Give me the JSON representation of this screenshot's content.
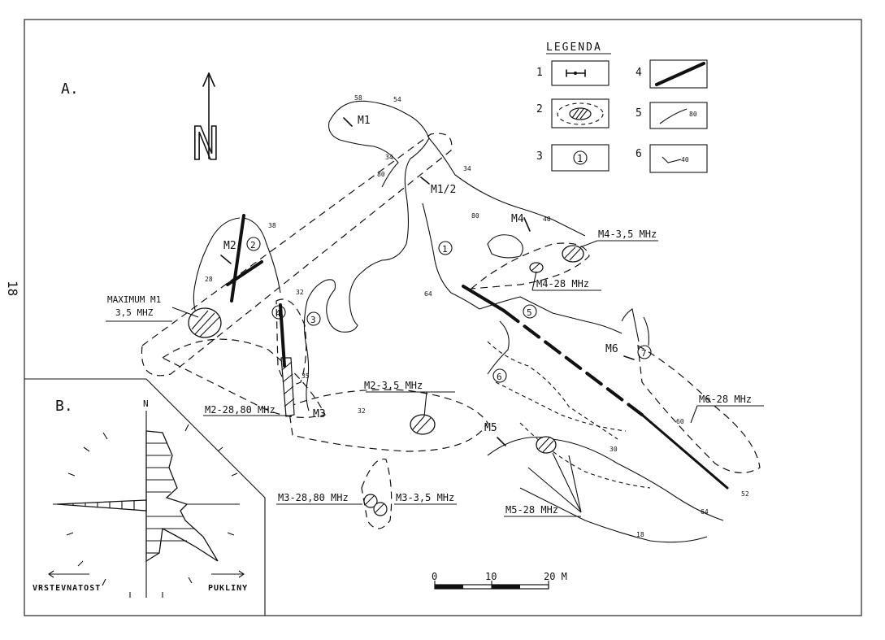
{
  "page_number": "18",
  "panel_a_label": "A.",
  "panel_b_label": "B.",
  "legend": {
    "title": "LEGENDA",
    "items": [
      {
        "num": "1",
        "symbol": "bolt-symbol"
      },
      {
        "num": "2",
        "symbol": "anomaly-symbol"
      },
      {
        "num": "3",
        "symbol": "numbered-circle-symbol",
        "text": "1"
      },
      {
        "num": "4",
        "symbol": "thick-line-symbol"
      },
      {
        "num": "5",
        "symbol": "dip-line-symbol",
        "text": "80"
      },
      {
        "num": "6",
        "symbol": "strike-dip-symbol",
        "text": "40"
      }
    ]
  },
  "north_label": "N",
  "station_labels": [
    "M1",
    "M1/2",
    "M2",
    "M3",
    "M4",
    "M5",
    "M6"
  ],
  "anomaly_labels": {
    "max_m1_line1": "MAXIMUM M1",
    "max_m1_line2": "3,5 MHZ",
    "m4_35": "M4-3,5 MHz",
    "m4_28": "M4-28 MHz",
    "m2_35": "M2-3,5 MHz",
    "m2_28": "M2-28,80 MHz",
    "m6_28": "M6-28 MHz",
    "m3_28": "M3-28,80 MHz",
    "m3_35": "M3-3,5 MHz",
    "m5_28": "M5-28 MHz"
  },
  "zone_numbers": [
    "1",
    "2",
    "3",
    "4",
    "5",
    "6",
    "7"
  ],
  "dip_values": [
    "58",
    "54",
    "80",
    "34",
    "34",
    "80",
    "40",
    "38",
    "28",
    "32",
    "64",
    "35",
    "32",
    "60",
    "30",
    "52",
    "64",
    "18"
  ],
  "scale_bar": {
    "labels": [
      "0",
      "10",
      "20 M"
    ]
  },
  "rose_diagram": {
    "north_label": "N",
    "left_label": "VRSTEVNATOST",
    "right_label": "PUKLINY"
  }
}
